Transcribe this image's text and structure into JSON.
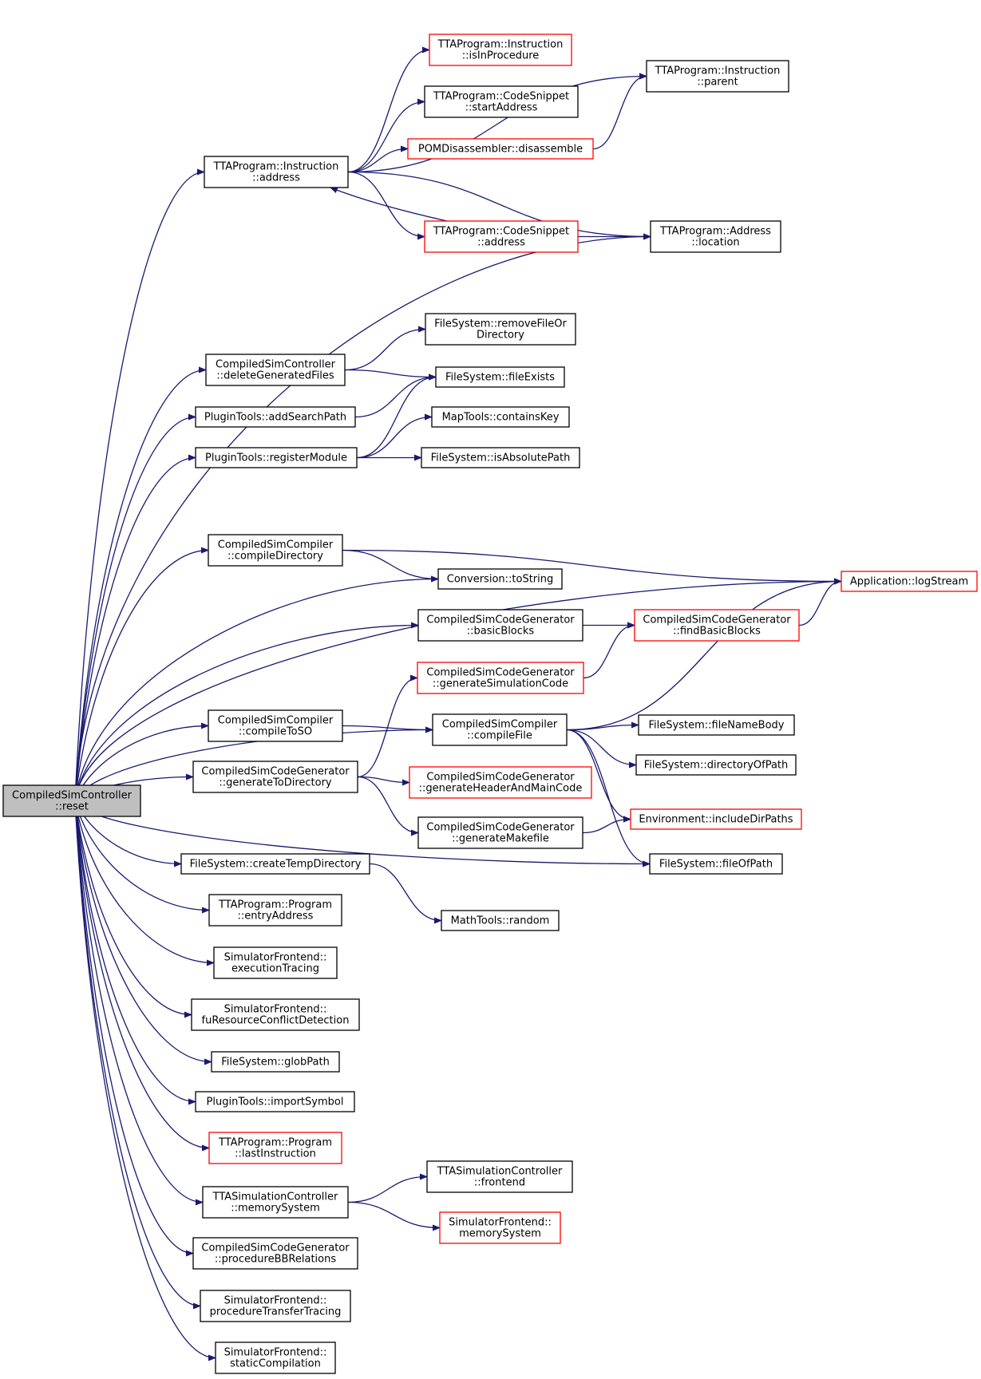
{
  "colors": {
    "edge": "#191970",
    "border_normal": "#000000",
    "border_truncated": "#ff0000",
    "root_fill": "#bfbfbf",
    "node_fill": "#ffffff"
  },
  "nodes": [
    {
      "id": "root",
      "lines": [
        "CompiledSimController",
        "::reset"
      ],
      "style": "root"
    },
    {
      "id": "instr_address",
      "lines": [
        "TTAProgram::Instruction",
        "::address"
      ],
      "style": "normal"
    },
    {
      "id": "instr_isInProcedure",
      "lines": [
        "TTAProgram::Instruction",
        "::isInProcedure"
      ],
      "style": "truncated"
    },
    {
      "id": "snippet_startAddress",
      "lines": [
        "TTAProgram::CodeSnippet",
        "::startAddress"
      ],
      "style": "normal"
    },
    {
      "id": "pom_disassemble",
      "lines": [
        "POMDisassembler::disassemble"
      ],
      "style": "truncated"
    },
    {
      "id": "instr_parent",
      "lines": [
        "TTAProgram::Instruction",
        "::parent"
      ],
      "style": "normal"
    },
    {
      "id": "snippet_address",
      "lines": [
        "TTAProgram::CodeSnippet",
        "::address"
      ],
      "style": "truncated"
    },
    {
      "id": "address_location",
      "lines": [
        "TTAProgram::Address",
        "::location"
      ],
      "style": "normal"
    },
    {
      "id": "deleteGeneratedFiles",
      "lines": [
        "CompiledSimController",
        "::deleteGeneratedFiles"
      ],
      "style": "normal"
    },
    {
      "id": "removeFileOrDirectory",
      "lines": [
        "FileSystem::removeFileOr",
        "Directory"
      ],
      "style": "normal"
    },
    {
      "id": "fileExists",
      "lines": [
        "FileSystem::fileExists"
      ],
      "style": "normal"
    },
    {
      "id": "addSearchPath",
      "lines": [
        "PluginTools::addSearchPath"
      ],
      "style": "normal"
    },
    {
      "id": "containsKey",
      "lines": [
        "MapTools::containsKey"
      ],
      "style": "normal"
    },
    {
      "id": "registerModule",
      "lines": [
        "PluginTools::registerModule"
      ],
      "style": "normal"
    },
    {
      "id": "isAbsolutePath",
      "lines": [
        "FileSystem::isAbsolutePath"
      ],
      "style": "normal"
    },
    {
      "id": "compileDirectory",
      "lines": [
        "CompiledSimCompiler",
        "::compileDirectory"
      ],
      "style": "normal"
    },
    {
      "id": "toString",
      "lines": [
        "Conversion::toString"
      ],
      "style": "normal"
    },
    {
      "id": "logStream",
      "lines": [
        "Application::logStream"
      ],
      "style": "truncated"
    },
    {
      "id": "basicBlocks",
      "lines": [
        "CompiledSimCodeGenerator",
        "::basicBlocks"
      ],
      "style": "normal"
    },
    {
      "id": "findBasicBlocks",
      "lines": [
        "CompiledSimCodeGenerator",
        "::findBasicBlocks"
      ],
      "style": "truncated"
    },
    {
      "id": "generateSimulationCode",
      "lines": [
        "CompiledSimCodeGenerator",
        "::generateSimulationCode"
      ],
      "style": "truncated"
    },
    {
      "id": "compileToSO",
      "lines": [
        "CompiledSimCompiler",
        "::compileToSO"
      ],
      "style": "normal"
    },
    {
      "id": "compileFile",
      "lines": [
        "CompiledSimCompiler",
        "::compileFile"
      ],
      "style": "normal"
    },
    {
      "id": "fileNameBody",
      "lines": [
        "FileSystem::fileNameBody"
      ],
      "style": "normal"
    },
    {
      "id": "directoryOfPath",
      "lines": [
        "FileSystem::directoryOfPath"
      ],
      "style": "normal"
    },
    {
      "id": "generateToDirectory",
      "lines": [
        "CompiledSimCodeGenerator",
        "::generateToDirectory"
      ],
      "style": "normal"
    },
    {
      "id": "generateHeaderAndMainCode",
      "lines": [
        "CompiledSimCodeGenerator",
        "::generateHeaderAndMainCode"
      ],
      "style": "truncated"
    },
    {
      "id": "includeDirPaths",
      "lines": [
        "Environment::includeDirPaths"
      ],
      "style": "truncated"
    },
    {
      "id": "generateMakefile",
      "lines": [
        "CompiledSimCodeGenerator",
        "::generateMakefile"
      ],
      "style": "normal"
    },
    {
      "id": "createTempDirectory",
      "lines": [
        "FileSystem::createTempDirectory"
      ],
      "style": "normal"
    },
    {
      "id": "fileOfPath",
      "lines": [
        "FileSystem::fileOfPath"
      ],
      "style": "normal"
    },
    {
      "id": "entryAddress",
      "lines": [
        "TTAProgram::Program",
        "::entryAddress"
      ],
      "style": "normal"
    },
    {
      "id": "random",
      "lines": [
        "MathTools::random"
      ],
      "style": "normal"
    },
    {
      "id": "executionTracing",
      "lines": [
        "SimulatorFrontend::",
        "executionTracing"
      ],
      "style": "normal"
    },
    {
      "id": "fuResourceConflictDetection",
      "lines": [
        "SimulatorFrontend::",
        "fuResourceConflictDetection"
      ],
      "style": "normal"
    },
    {
      "id": "globPath",
      "lines": [
        "FileSystem::globPath"
      ],
      "style": "normal"
    },
    {
      "id": "importSymbol",
      "lines": [
        "PluginTools::importSymbol"
      ],
      "style": "normal"
    },
    {
      "id": "lastInstruction",
      "lines": [
        "TTAProgram::Program",
        "::lastInstruction"
      ],
      "style": "truncated"
    },
    {
      "id": "tta_frontend",
      "lines": [
        "TTASimulationController",
        "::frontend"
      ],
      "style": "normal"
    },
    {
      "id": "tta_memorySystem",
      "lines": [
        "TTASimulationController",
        "::memorySystem"
      ],
      "style": "normal"
    },
    {
      "id": "sf_memorySystem",
      "lines": [
        "SimulatorFrontend::",
        "memorySystem"
      ],
      "style": "truncated"
    },
    {
      "id": "procedureBBRelations",
      "lines": [
        "CompiledSimCodeGenerator",
        "::procedureBBRelations"
      ],
      "style": "normal"
    },
    {
      "id": "procedureTransferTracing",
      "lines": [
        "SimulatorFrontend::",
        "procedureTransferTracing"
      ],
      "style": "normal"
    },
    {
      "id": "staticCompilation",
      "lines": [
        "SimulatorFrontend::",
        "staticCompilation"
      ],
      "style": "normal"
    }
  ],
  "edges": [
    [
      "root",
      "instr_address"
    ],
    [
      "root",
      "address_location"
    ],
    [
      "root",
      "deleteGeneratedFiles"
    ],
    [
      "root",
      "addSearchPath"
    ],
    [
      "root",
      "registerModule"
    ],
    [
      "root",
      "logStream"
    ],
    [
      "root",
      "compileDirectory"
    ],
    [
      "root",
      "toString"
    ],
    [
      "root",
      "basicBlocks"
    ],
    [
      "root",
      "compileFile"
    ],
    [
      "root",
      "compileToSO"
    ],
    [
      "root",
      "generateToDirectory"
    ],
    [
      "root",
      "fileOfPath"
    ],
    [
      "root",
      "createTempDirectory"
    ],
    [
      "root",
      "entryAddress"
    ],
    [
      "root",
      "executionTracing"
    ],
    [
      "root",
      "fuResourceConflictDetection"
    ],
    [
      "root",
      "globPath"
    ],
    [
      "root",
      "importSymbol"
    ],
    [
      "root",
      "lastInstruction"
    ],
    [
      "root",
      "tta_memorySystem"
    ],
    [
      "root",
      "procedureBBRelations"
    ],
    [
      "root",
      "procedureTransferTracing"
    ],
    [
      "root",
      "staticCompilation"
    ],
    [
      "instr_address",
      "instr_parent"
    ],
    [
      "instr_address",
      "instr_isInProcedure"
    ],
    [
      "instr_address",
      "snippet_startAddress"
    ],
    [
      "instr_address",
      "pom_disassemble"
    ],
    [
      "instr_address",
      "address_location"
    ],
    [
      "instr_address",
      "snippet_address"
    ],
    [
      "pom_disassemble",
      "instr_parent"
    ],
    [
      "snippet_address",
      "instr_address"
    ],
    [
      "snippet_address",
      "address_location"
    ],
    [
      "deleteGeneratedFiles",
      "removeFileOrDirectory"
    ],
    [
      "deleteGeneratedFiles",
      "fileExists"
    ],
    [
      "addSearchPath",
      "fileExists"
    ],
    [
      "registerModule",
      "fileExists"
    ],
    [
      "registerModule",
      "containsKey"
    ],
    [
      "registerModule",
      "isAbsolutePath"
    ],
    [
      "compileDirectory",
      "logStream"
    ],
    [
      "compileDirectory",
      "toString"
    ],
    [
      "basicBlocks",
      "findBasicBlocks"
    ],
    [
      "findBasicBlocks",
      "logStream"
    ],
    [
      "generateSimulationCode",
      "findBasicBlocks"
    ],
    [
      "compileFile",
      "logStream"
    ],
    [
      "compileFile",
      "fileNameBody"
    ],
    [
      "compileFile",
      "directoryOfPath"
    ],
    [
      "compileFile",
      "includeDirPaths"
    ],
    [
      "compileFile",
      "fileOfPath"
    ],
    [
      "compileToSO",
      "compileFile"
    ],
    [
      "generateToDirectory",
      "generateSimulationCode"
    ],
    [
      "generateToDirectory",
      "generateHeaderAndMainCode"
    ],
    [
      "generateToDirectory",
      "generateMakefile"
    ],
    [
      "generateMakefile",
      "includeDirPaths"
    ],
    [
      "createTempDirectory",
      "random"
    ],
    [
      "tta_memorySystem",
      "tta_frontend"
    ],
    [
      "tta_memorySystem",
      "sf_memorySystem"
    ]
  ]
}
